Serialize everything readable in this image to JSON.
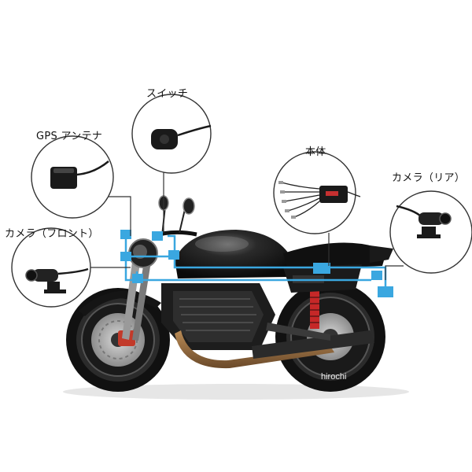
{
  "labels": {
    "switch": "スイッチ",
    "gps_antenna": "GPS アンテナ",
    "main_unit": "本体",
    "camera_rear": "カメラ（リア）",
    "camera_front": "カメラ（フロント）"
  },
  "watermark": "hirochi",
  "colors": {
    "wire": "#3aa7e0",
    "background": "#ffffff",
    "bike_body": "#141414",
    "callout_circle": "#333333"
  }
}
